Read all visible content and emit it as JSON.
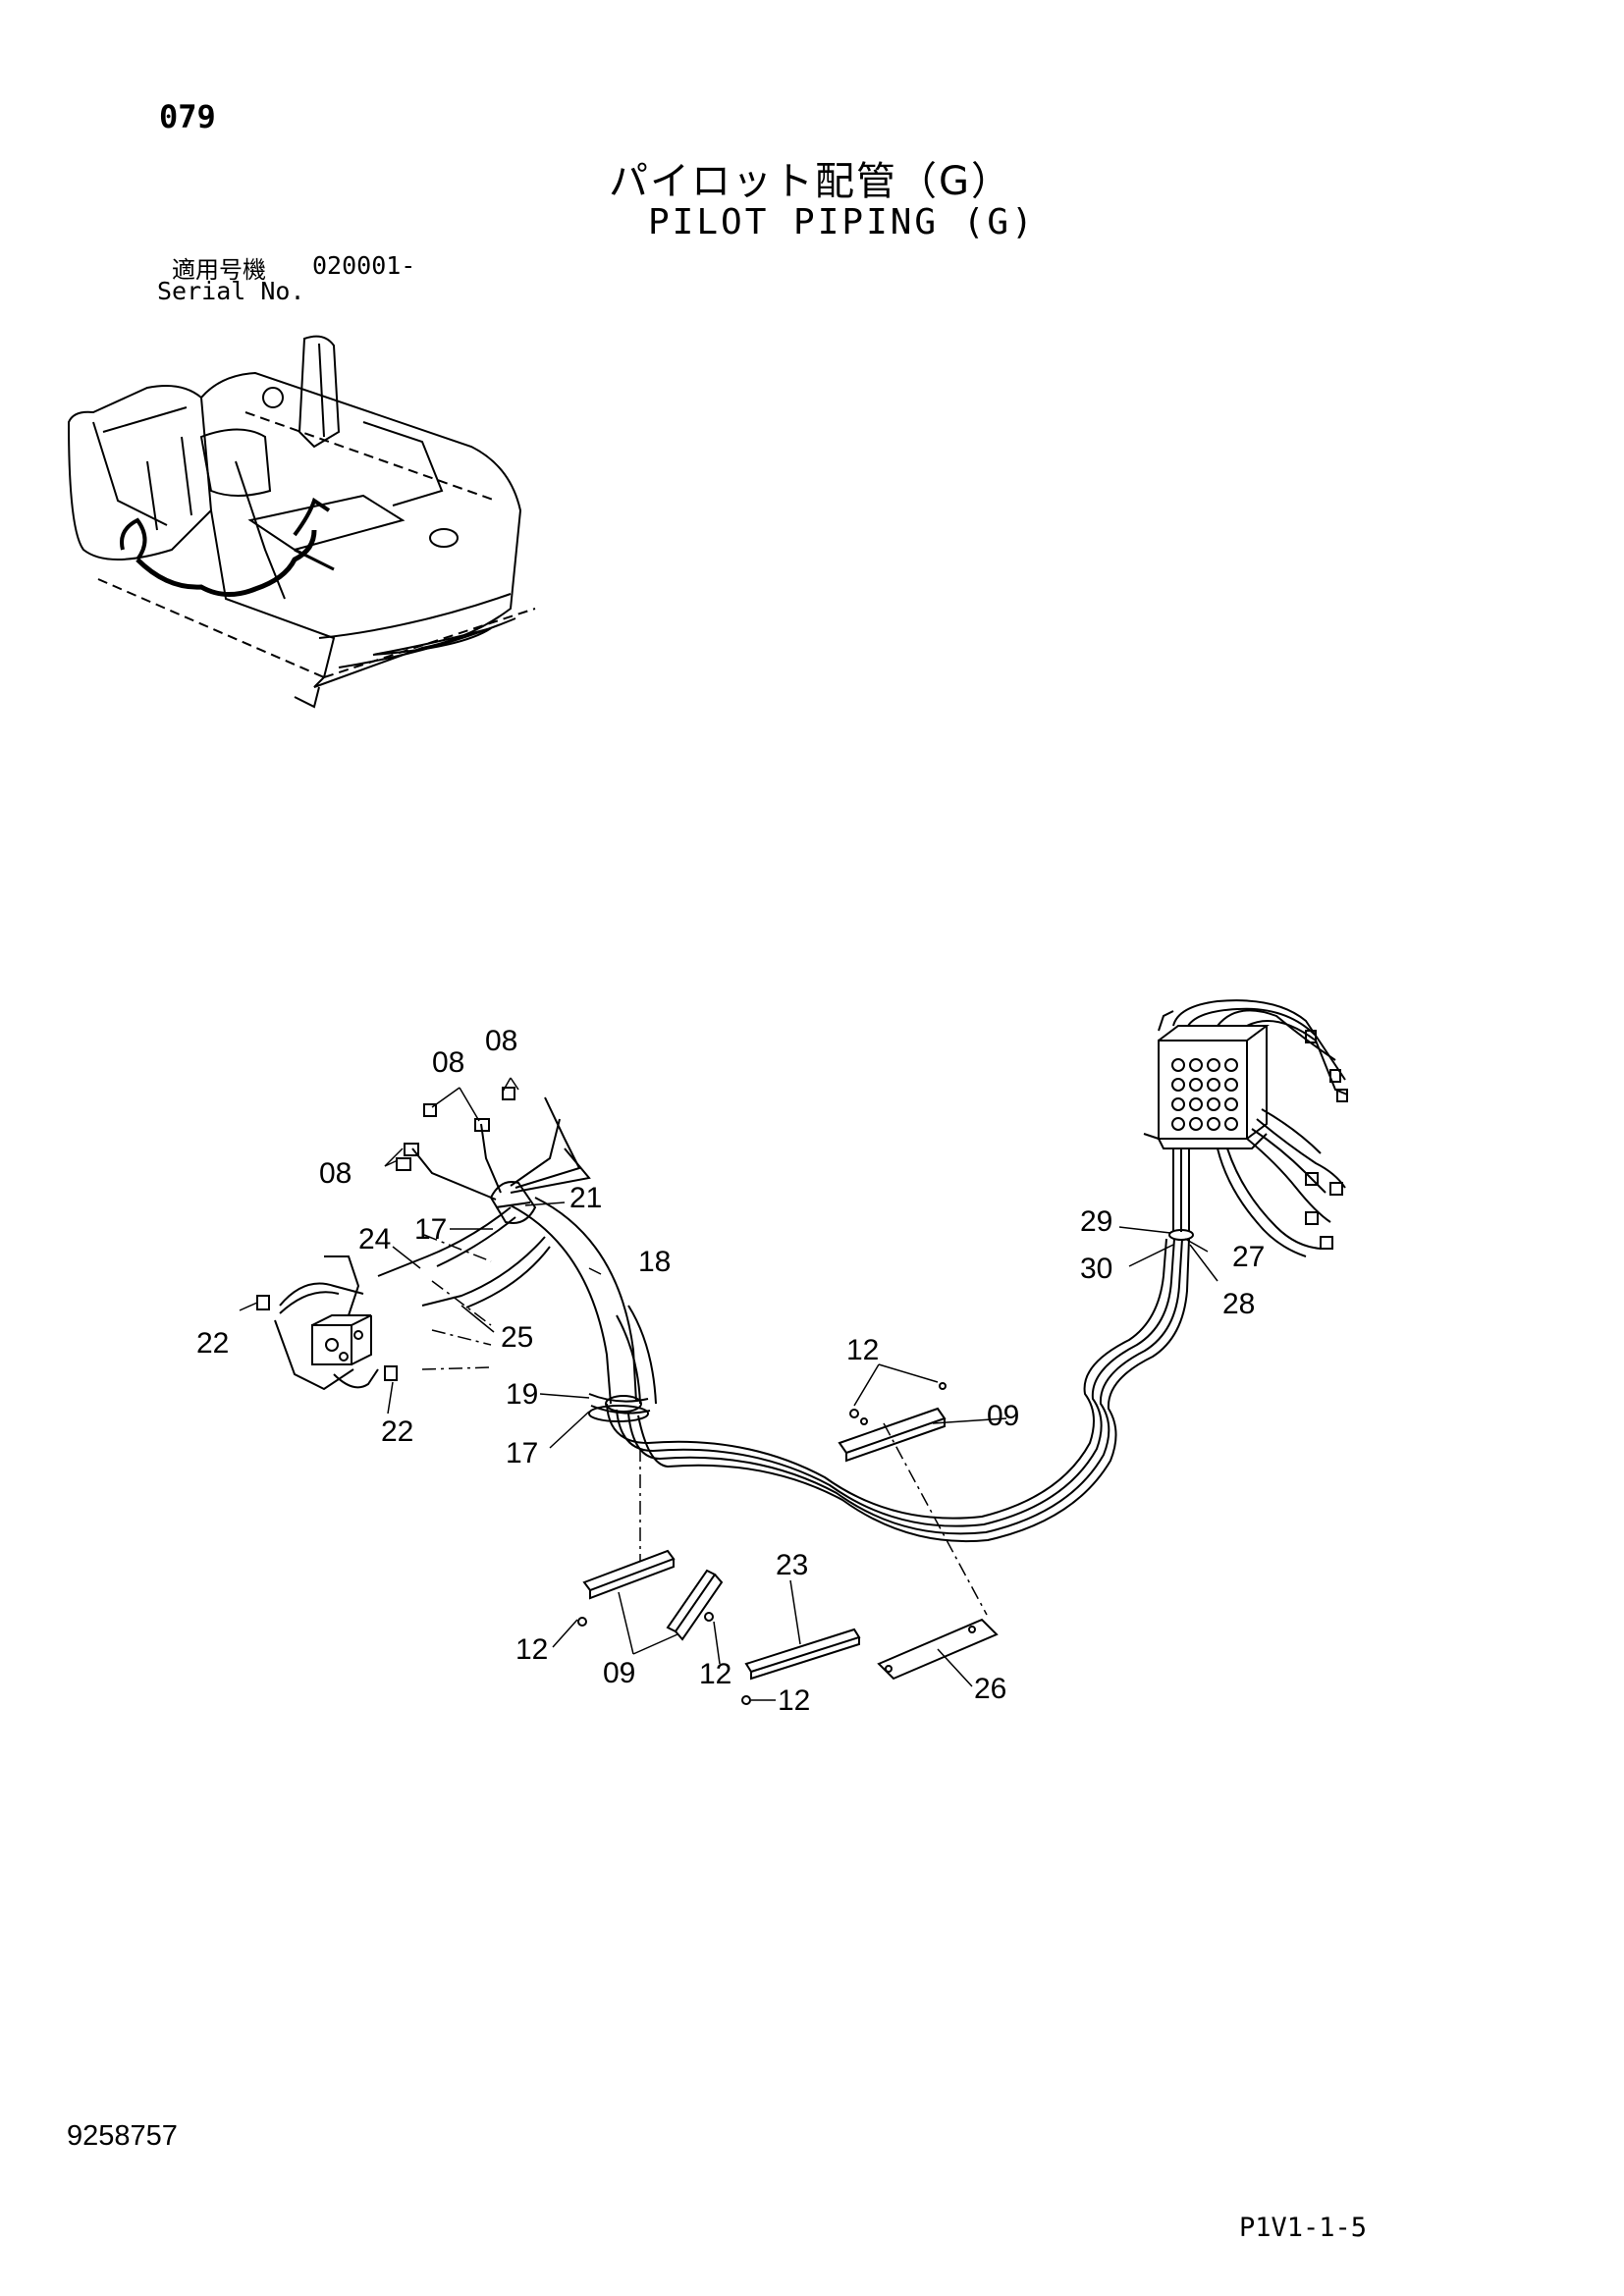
{
  "header": {
    "page_number": "079",
    "title_jp": "パイロット配管（G）",
    "title_en": "PILOT PIPING (G)",
    "serial_label_jp": "適用号機",
    "serial_value": "020001-",
    "serial_label_en": "Serial No."
  },
  "callouts": [
    {
      "id": "c08a",
      "text": "08"
    },
    {
      "id": "c08b",
      "text": "08"
    },
    {
      "id": "c08c",
      "text": "08"
    },
    {
      "id": "c21",
      "text": "21"
    },
    {
      "id": "c17a",
      "text": "17"
    },
    {
      "id": "c24",
      "text": "24"
    },
    {
      "id": "c18",
      "text": "18"
    },
    {
      "id": "c22a",
      "text": "22"
    },
    {
      "id": "c25",
      "text": "25"
    },
    {
      "id": "c19",
      "text": "19"
    },
    {
      "id": "c22b",
      "text": "22"
    },
    {
      "id": "c17b",
      "text": "17"
    },
    {
      "id": "c12a",
      "text": "12"
    },
    {
      "id": "c09a",
      "text": "09"
    },
    {
      "id": "c29",
      "text": "29"
    },
    {
      "id": "c27",
      "text": "27"
    },
    {
      "id": "c30",
      "text": "30"
    },
    {
      "id": "c28",
      "text": "28"
    },
    {
      "id": "c23",
      "text": "23"
    },
    {
      "id": "c12b",
      "text": "12"
    },
    {
      "id": "c09b",
      "text": "09"
    },
    {
      "id": "c12c",
      "text": "12"
    },
    {
      "id": "c12d",
      "text": "12"
    },
    {
      "id": "c26",
      "text": "26"
    }
  ],
  "footer": {
    "document_number": "9258757",
    "sheet_code": "P1V1-1-5"
  }
}
